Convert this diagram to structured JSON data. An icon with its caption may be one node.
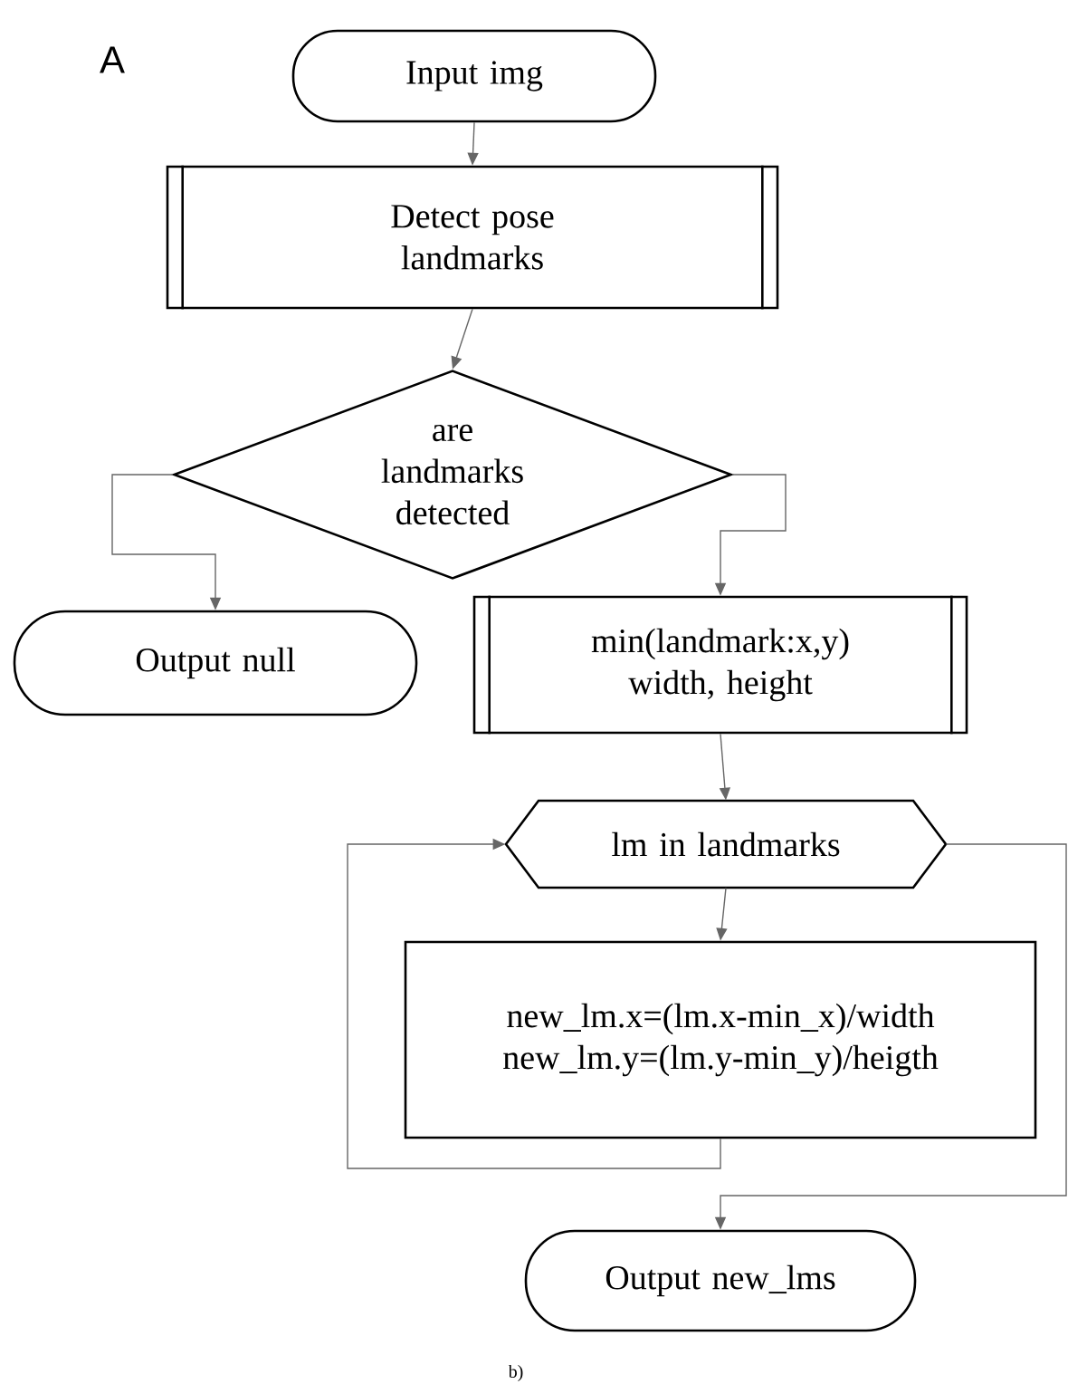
{
  "diagram": {
    "nodes": [
      {
        "text": [
          "Input img"
        ]
      },
      {
        "text": [
          "Detect pose landmarks"
        ]
      },
      {
        "text": [
          "are landmarks detected"
        ]
      },
      {
        "text": [
          "Output null"
        ]
      },
      {
        "text": [
          "min(landmark:x,y) width, height"
        ]
      },
      {
        "text": [
          "lm in landmarks"
        ]
      },
      {
        "text": [
          "new_lm.x=(lm.x-min_x)/width new_lm.y=(lm.y-min_y)/heigth"
        ]
      },
      {
        "text": [
          "Output new_lms"
        ]
      }
    ],
    "edges": [
      {
        "from": 0,
        "to": 1,
        "arrow": "to"
      },
      {
        "from": 1,
        "to": 2,
        "arrow": "to"
      },
      {
        "from": 2,
        "to": 3,
        "arrow": "to"
      },
      {
        "from": 2,
        "to": 4,
        "arrow": "to"
      },
      {
        "from": 4,
        "to": 5,
        "arrow": "to"
      },
      {
        "from": 5,
        "to": 6,
        "arrow": "to"
      },
      {
        "from": 6,
        "to": 5,
        "arrow": "to"
      },
      {
        "from": 5,
        "to": 7,
        "arrow": "to"
      }
    ],
    "labels": [
      "A",
      "b)"
    ]
  }
}
